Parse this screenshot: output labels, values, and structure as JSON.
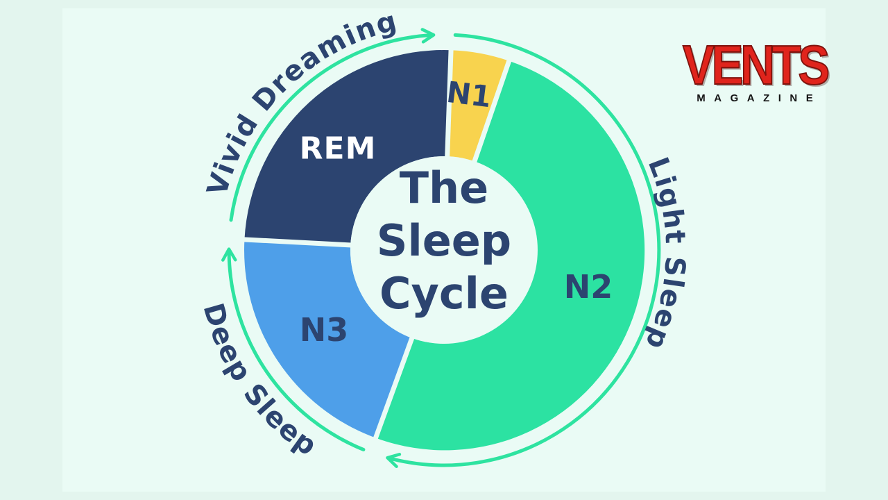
{
  "page": {
    "outer_bg": "#e3f5ee",
    "panel_bg": "#eafbf5"
  },
  "logo": {
    "title": "VENTS",
    "subtitle": "MAGAZINE",
    "title_color": "#e0241c",
    "subtitle_color": "#141414"
  },
  "diagram": {
    "center_title_lines": [
      "The",
      "Sleep",
      "Cycle"
    ],
    "text_color": "#2c4470",
    "arrow_color": "#2ee3a0",
    "ring_labels": {
      "rem": "Vivid Dreaming",
      "n2": "Light Sleep",
      "n3": "Deep Sleep"
    },
    "segments": [
      {
        "label": "N1",
        "color": "#f8d34e",
        "label_color": "#2c4470",
        "start_deg": 2,
        "end_deg": 19
      },
      {
        "label": "N2",
        "color": "#2ce2a2",
        "label_color": "#2c4470",
        "start_deg": 19,
        "end_deg": 200
      },
      {
        "label": "N3",
        "color": "#4e9fe9",
        "label_color": "#2c4470",
        "start_deg": 200,
        "end_deg": 273
      },
      {
        "label": "REM",
        "color": "#2c4470",
        "label_color": "#ffffff",
        "start_deg": 273,
        "end_deg": 362
      }
    ]
  }
}
